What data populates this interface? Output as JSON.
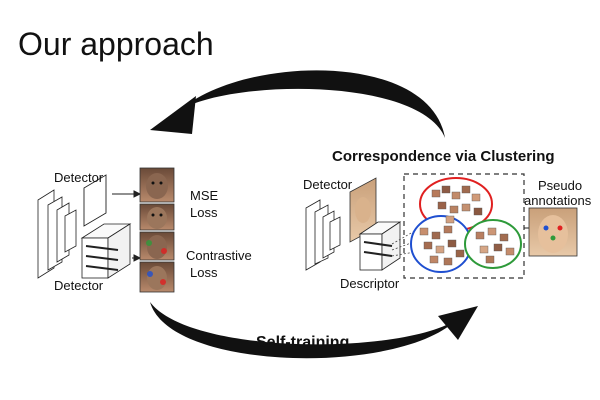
{
  "slide": {
    "title": "Our approach"
  },
  "left_panel": {
    "detector_top_label": "Detector",
    "detector_bottom_label": "Detector",
    "mse_loss_label_line1": "MSE",
    "mse_loss_label_line2": "Loss",
    "contrastive_loss_label_line1": "Contrastive",
    "contrastive_loss_label_line2": "Loss"
  },
  "right_panel": {
    "heading": "Correspondence via Clustering",
    "detector_label": "Detector",
    "descriptor_label": "Descriptor",
    "pseudo_annotations_line1": "Pseudo",
    "pseudo_annotations_line2": "annotations"
  },
  "cycle": {
    "bottom_label": "Self-training"
  },
  "colors": {
    "cluster_red": "#e02020",
    "cluster_blue": "#1f4fd0",
    "cluster_green": "#2e9a3a",
    "arrow": "#111111"
  }
}
